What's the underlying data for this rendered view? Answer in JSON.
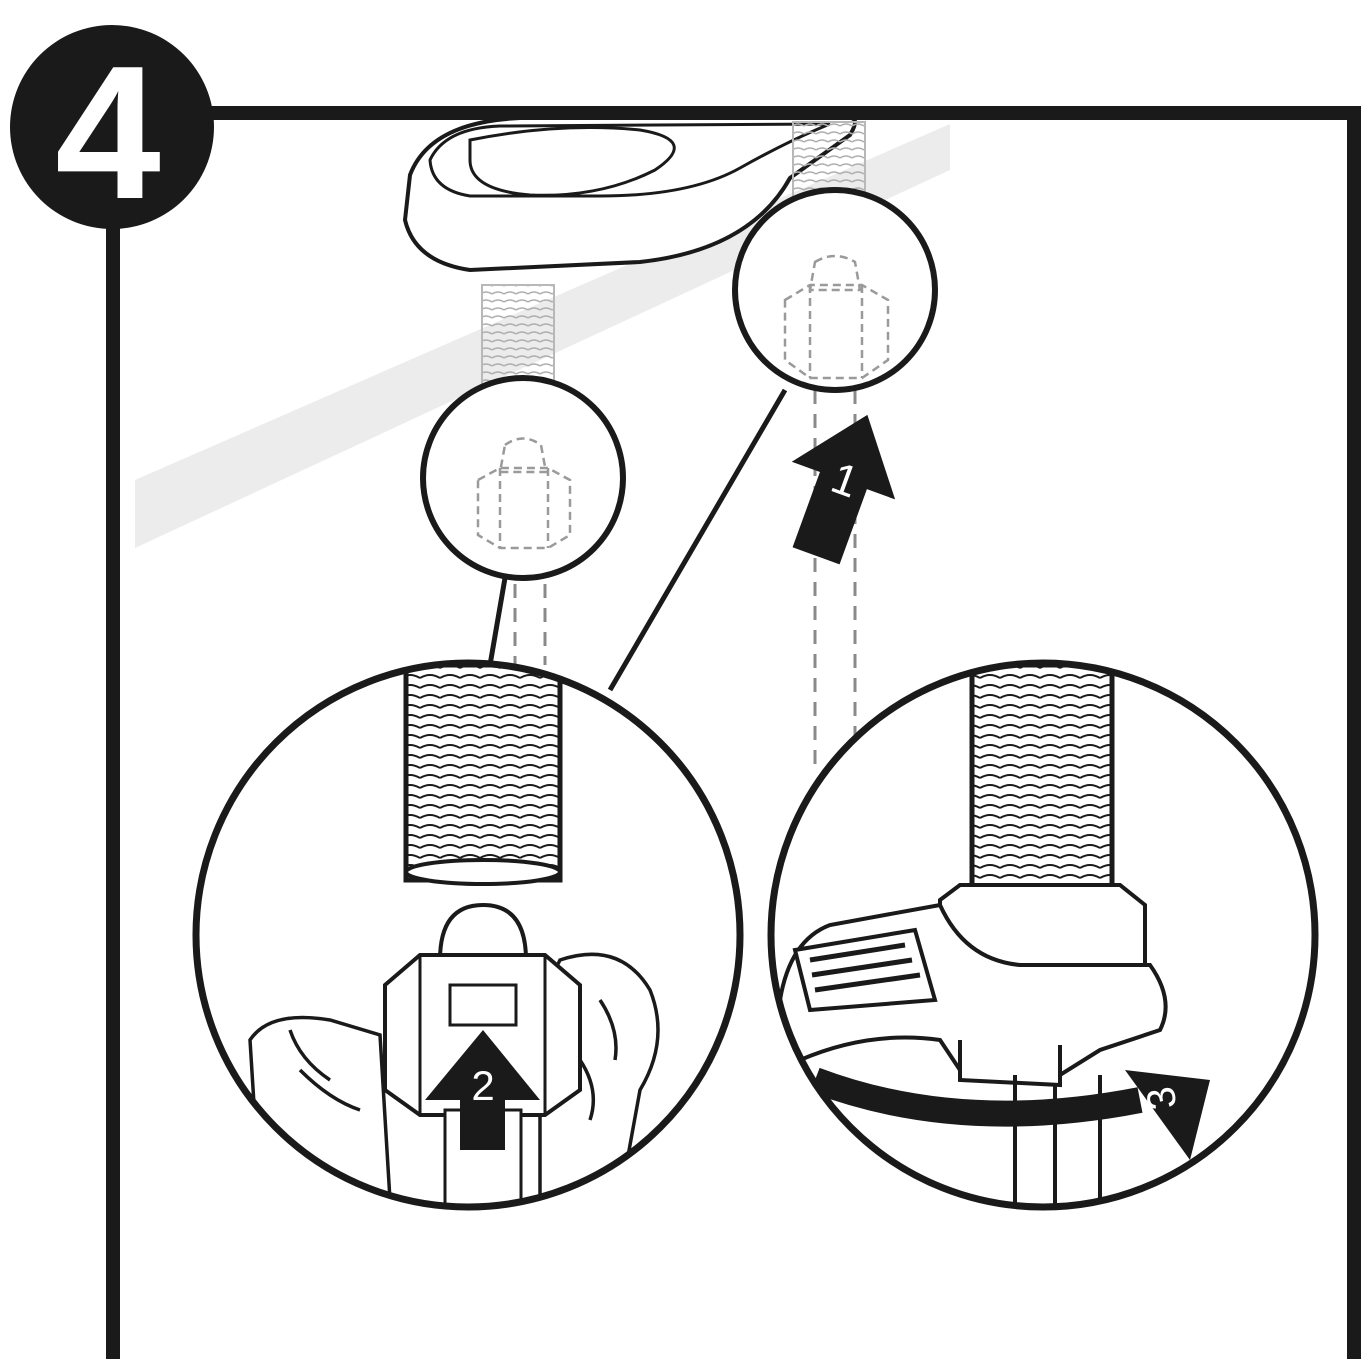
{
  "step": {
    "number": "4"
  },
  "callouts": [
    {
      "id": "arrow-1",
      "label": "1",
      "icon": "arrow-up-icon"
    },
    {
      "id": "arrow-2",
      "label": "2",
      "icon": "arrow-up-icon"
    },
    {
      "id": "arrow-3",
      "label": "3",
      "icon": "curved-arrow-icon"
    }
  ],
  "colors": {
    "ink": "#1a1a1a",
    "ghost": "#9a9a9a",
    "countertop": "#ececec",
    "paper": "#ffffff"
  }
}
